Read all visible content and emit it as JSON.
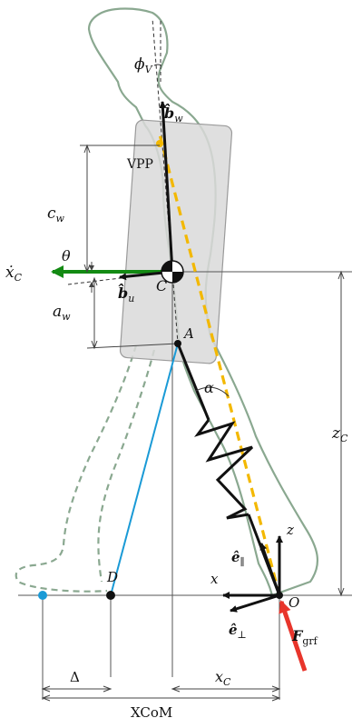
{
  "colors": {
    "body_outline": "#8aa890",
    "trunk_fill": "#d9d9d9",
    "trunk_stroke": "#9a9a9a",
    "vpp_line": "#f3b800",
    "velocity_arrow": "#138a13",
    "grf_arrow": "#e8352b",
    "swing_leg": "#1a9ad6",
    "foot_point": "#1a9ad6",
    "ink": "#111111",
    "guide": "#555555"
  },
  "labels": {
    "phi_v": "ϕ",
    "phi_v_sub": "V",
    "b_w": "b̂",
    "b_w_sub": "w",
    "vpp": "VPP",
    "c_w": "c",
    "c_w_sub": "w",
    "theta": "θ",
    "x_dot_c": "ẋ",
    "x_dot_c_sub": "C",
    "b_u": "b̂",
    "b_u_sub": "u",
    "c": "C",
    "a_w": "a",
    "a_w_sub": "w",
    "a": "A",
    "alpha": "α",
    "z_c": "z",
    "z_c_sub": "C",
    "z": "z",
    "e_par": "ê",
    "e_par_sub": "∥",
    "x": "x",
    "d": "D",
    "o": "O",
    "e_perp": "ê",
    "e_perp_sub": "⊥",
    "f_grf": "F",
    "f_grf_sub": "grf",
    "delta": "Δ",
    "x_c": "x",
    "x_c_sub": "C",
    "xcom": "XCoM"
  }
}
